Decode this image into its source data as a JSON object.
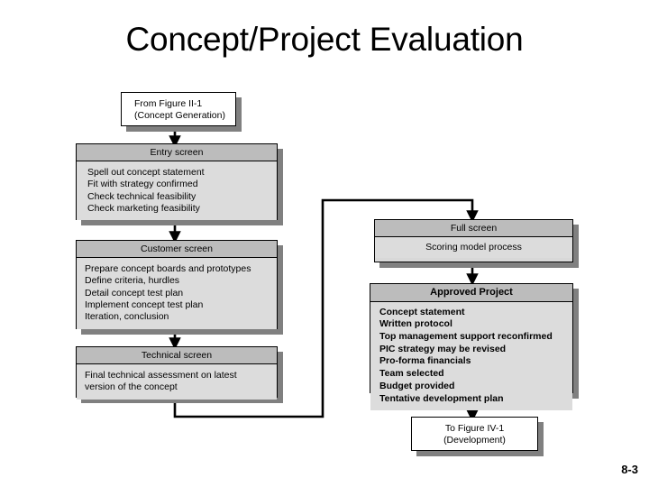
{
  "slide": {
    "title": "Concept/Project Evaluation",
    "page_number": "8-3"
  },
  "colors": {
    "background": "#ffffff",
    "box_header": "#bcbcbc",
    "box_body": "#dcdcdc",
    "box_border": "#000000",
    "shadow": "#808080",
    "terminator_fill": "#ffffff",
    "connector": "#000000",
    "text": "#000000"
  },
  "diagram": {
    "type": "flowchart",
    "source_terminator": {
      "line1": "From Figure II-1",
      "line2": "(Concept Generation)"
    },
    "destination_terminator": {
      "line1": "To Figure IV-1",
      "line2": "(Development)"
    },
    "stages": [
      {
        "id": "entry-screen",
        "header": "Entry screen",
        "items": [
          "Spell out concept statement",
          "Fit with strategy confirmed",
          "Check technical feasibility",
          "Check marketing feasibility"
        ]
      },
      {
        "id": "customer-screen",
        "header": "Customer screen",
        "items": [
          "Prepare concept boards and prototypes",
          "Define criteria, hurdles",
          "Detail concept test plan",
          "Implement concept test plan",
          "Iteration, conclusion"
        ]
      },
      {
        "id": "technical-screen",
        "header": "Technical screen",
        "items": [
          "Final technical assessment on latest",
          "version of the concept"
        ]
      },
      {
        "id": "full-screen",
        "header": "Full screen",
        "items": [
          "Scoring model process"
        ]
      },
      {
        "id": "approved-project",
        "header": "Approved Project",
        "items": [
          "Concept statement",
          "Written protocol",
          "Top management support reconfirmed",
          "PIC strategy may be revised",
          "Pro-forma financials",
          "Team selected",
          "Budget provided",
          "Tentative development plan"
        ]
      }
    ],
    "connectors": [
      {
        "from": "source-terminator",
        "to": "entry-screen",
        "style": "arrow-down"
      },
      {
        "from": "entry-screen",
        "to": "customer-screen",
        "style": "arrow-down"
      },
      {
        "from": "customer-screen",
        "to": "technical-screen",
        "style": "arrow-down"
      },
      {
        "from": "technical-screen",
        "to": "full-screen",
        "style": "elbow-down-right-up-right-down-arrow"
      },
      {
        "from": "full-screen",
        "to": "approved-project",
        "style": "arrow-down"
      },
      {
        "from": "approved-project",
        "to": "destination-terminator",
        "style": "arrow-down"
      }
    ]
  }
}
